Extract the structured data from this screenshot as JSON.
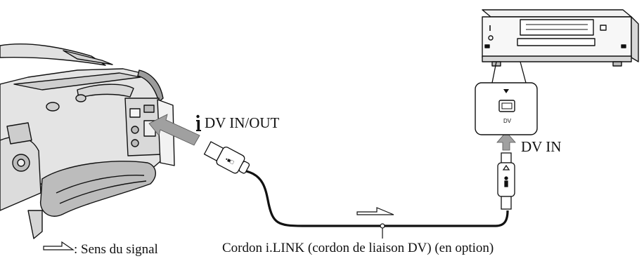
{
  "labels": {
    "camcorder_port": "DV IN/OUT",
    "vcr_port": "DV IN",
    "vcr_port_small": "DV",
    "cable": "Cordon i.LINK (cordon de liaison DV) (en option)",
    "legend_signal": ": Sens du signal"
  },
  "icons": {
    "ilink": "ilink-icon",
    "signal_arrow": "signal-direction-arrow-icon",
    "insert_arrow": "insert-arrow-icon"
  },
  "colors": {
    "line": "#111111",
    "gray_fill": "#bfbfbf",
    "light_fill": "#eeeeee",
    "arrow_gray": "#a0a0a0"
  }
}
